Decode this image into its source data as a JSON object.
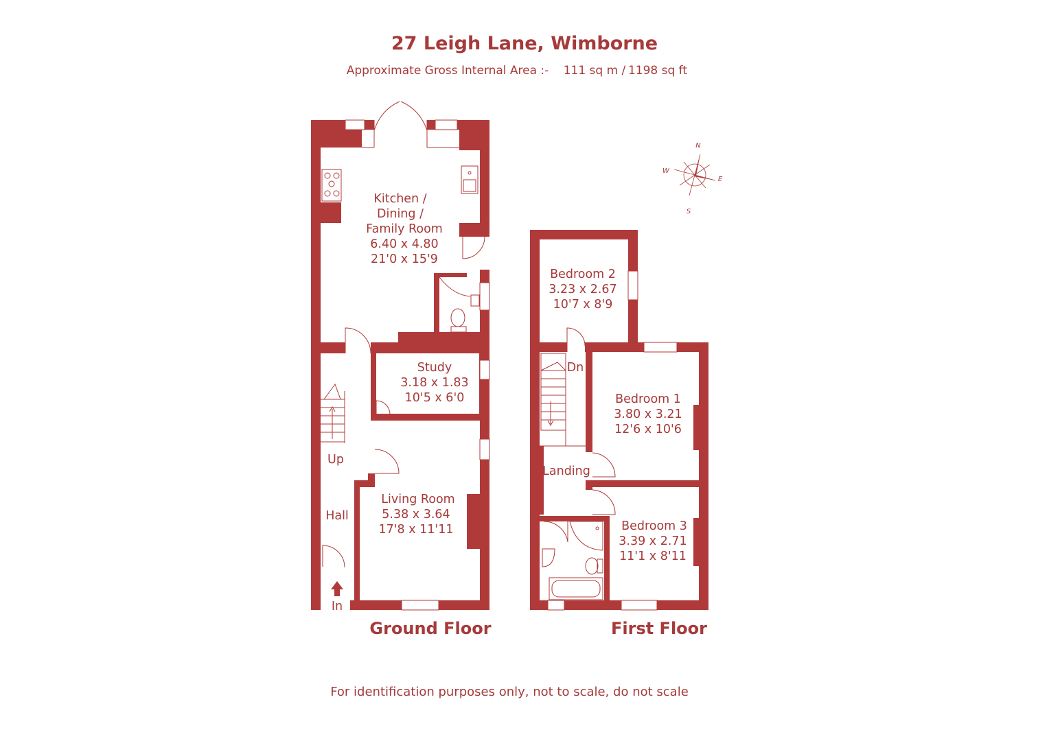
{
  "title": "27 Leigh Lane, Wimborne",
  "area": {
    "label": "Approximate Gross Internal Area  :-",
    "metric": "111 sq m /",
    "imperial": "1198 sq ft"
  },
  "compass": {
    "n": "N",
    "s": "S",
    "e": "E",
    "w": "W"
  },
  "ground_floor": {
    "label": "Ground Floor",
    "kitchen": {
      "l1": "Kitchen /",
      "l2": "Dining /",
      "l3": "Family Room",
      "metric": "6.40 x 4.80",
      "imperial": "21'0 x 15'9"
    },
    "study": {
      "name": "Study",
      "metric": "3.18 x 1.83",
      "imperial": "10'5 x 6'0"
    },
    "living": {
      "name": "Living Room",
      "metric": "5.38 x 3.64",
      "imperial": "17'8 x 11'11"
    },
    "hall": "Hall",
    "up": "Up",
    "entrance": "In"
  },
  "first_floor": {
    "label": "First Floor",
    "bedroom2": {
      "name": "Bedroom 2",
      "metric": "3.23 x 2.67",
      "imperial": "10'7 x 8'9"
    },
    "bedroom1": {
      "name": "Bedroom 1",
      "metric": "3.80 x 3.21",
      "imperial": "12'6 x 10'6"
    },
    "bedroom3": {
      "name": "Bedroom 3",
      "metric": "3.39 x 2.71",
      "imperial": "11'1 x 8'11"
    },
    "landing": "Landing",
    "down": "Dn"
  },
  "disclaimer": "For identification purposes only, not to scale, do not scale",
  "colors": {
    "wall": "#b03a3a",
    "text": "#a63a3a",
    "background": "#ffffff"
  }
}
